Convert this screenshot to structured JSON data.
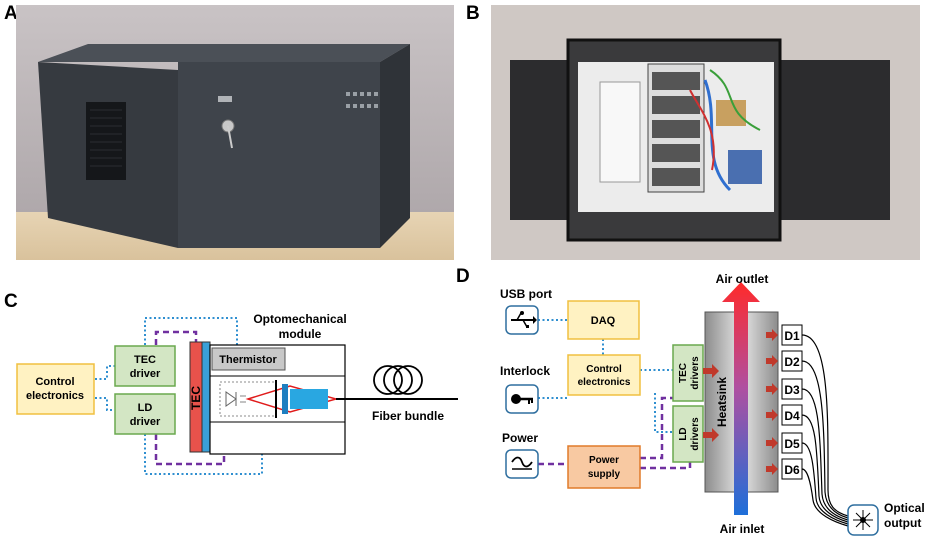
{
  "panels": {
    "a": "A",
    "b": "B",
    "c": "C",
    "d": "D"
  },
  "c": {
    "control": [
      "Control",
      "electronics"
    ],
    "tec_driver": [
      "TEC",
      "driver"
    ],
    "ld_driver": [
      "LD",
      "driver"
    ],
    "tec": "TEC",
    "thermistor": "Thermistor",
    "optomech": [
      "Optomechanical",
      "module"
    ],
    "fiber_bundle": "Fiber bundle"
  },
  "d": {
    "usb": "USB port",
    "interlock": "Interlock",
    "power": "Power",
    "daq": "DAQ",
    "control": [
      "Control",
      "electronics"
    ],
    "power_supply": [
      "Power",
      "supply"
    ],
    "tec_drivers": [
      "TEC",
      "drivers"
    ],
    "ld_drivers": [
      "LD",
      "drivers"
    ],
    "heatsink": "Heatsink",
    "air_outlet": "Air outlet",
    "air_inlet": "Air inlet",
    "diodes": [
      "D1",
      "D2",
      "D3",
      "D4",
      "D5",
      "D6"
    ],
    "optical": [
      "Optical",
      "output"
    ]
  },
  "colors": {
    "yellow_fill": "#fff2c2",
    "yellow_stroke": "#f0c040",
    "green_fill": "#d3e6c4",
    "green_stroke": "#6aa84f",
    "orange_fill": "#f8c9a2",
    "orange_stroke": "#e07b2a",
    "data_line": "#2f8fd0",
    "power_line": "#7030a0",
    "tec_red": "#e8524b",
    "tec_blue": "#3aa0d8"
  }
}
